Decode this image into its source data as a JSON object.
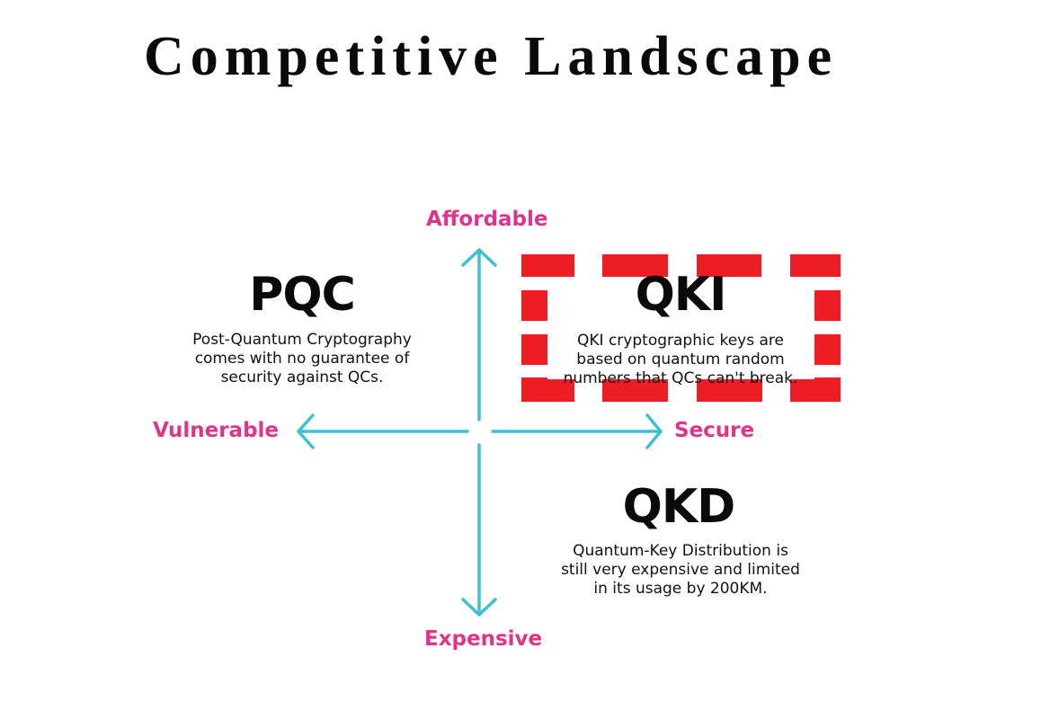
{
  "title": "Competitive Landscape",
  "axes": {
    "top": "Affordable",
    "bottom": "Expensive",
    "left": "Vulnerable",
    "right": "Secure"
  },
  "quadrants": {
    "pqc": {
      "title": "PQC",
      "lines": [
        "Post-Quantum Cryptography",
        "comes with no guarantee of",
        "security against QCs."
      ]
    },
    "qki": {
      "title": "QKI",
      "lines": [
        "QKI cryptographic keys are",
        "based on quantum random",
        "numbers that QCs can't break."
      ],
      "highlighted": true
    },
    "qkd": {
      "title": "QKD",
      "lines": [
        "Quantum-Key Distribution is",
        "still very expensive and limited",
        "in its usage by 200KM."
      ]
    }
  },
  "colors": {
    "axis": "#3fbfd6",
    "label": "#e0338b",
    "highlight": "#ee1c25"
  }
}
